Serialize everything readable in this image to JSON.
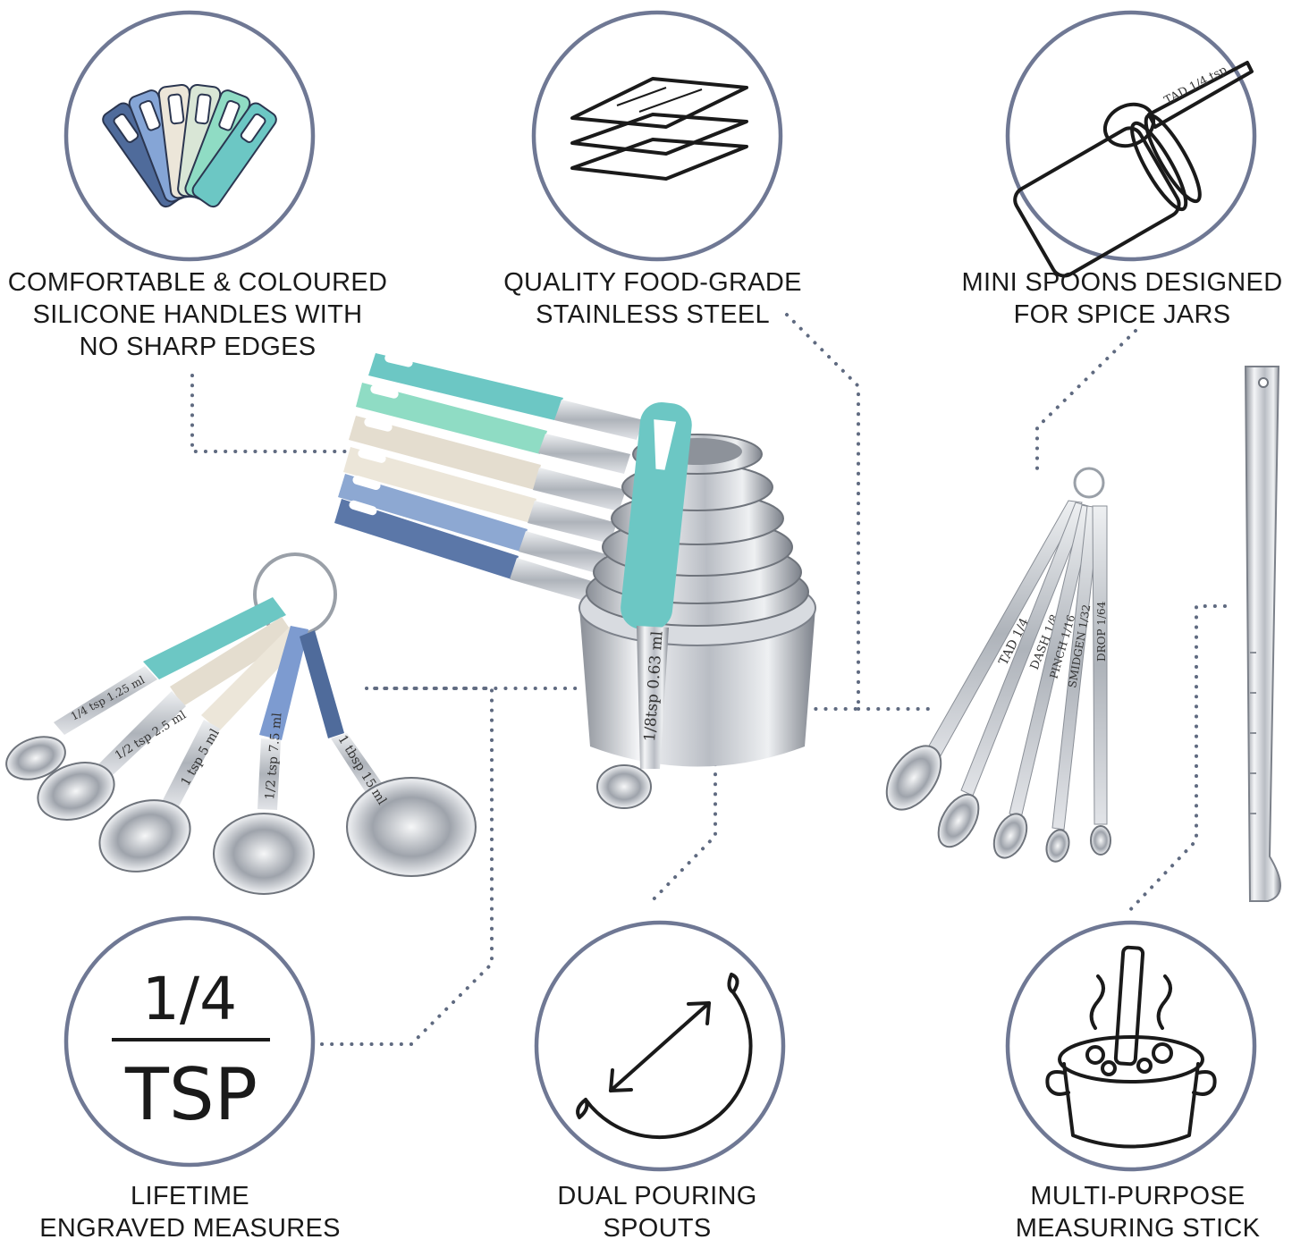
{
  "features": {
    "handles": {
      "lines": [
        "COMFORTABLE & COLOURED",
        "SILICONE HANDLES WITH",
        "NO SHARP EDGES"
      ]
    },
    "steel": {
      "lines": [
        "QUALITY FOOD-GRADE",
        "STAINLESS STEEL"
      ]
    },
    "mini_spoons": {
      "lines": [
        "MINI SPOONS DESIGNED",
        "FOR SPICE JARS"
      ]
    },
    "measures": {
      "lines": [
        "LIFETIME",
        "ENGRAVED MEASURES"
      ]
    },
    "spouts": {
      "lines": [
        "DUAL POURING",
        "SPOUTS"
      ]
    },
    "stick": {
      "lines": [
        "MULTI-PURPOSE",
        "MEASURING STICK"
      ]
    }
  },
  "icons": {
    "handles": "colored-handles-icon",
    "steel": "steel-layers-icon",
    "mini_spoons": "spice-jar-spoon-icon",
    "measures": "engraved-measure-icon",
    "spouts": "pouring-spout-icon",
    "stick": "cooking-pot-stick-icon"
  },
  "measure_badge": {
    "numerator": "1/4",
    "unit": "TSP"
  },
  "engravings": {
    "mini_spoon": "TAD 1/4 tsp",
    "cup_front": "1/8tsp 0.63 ml",
    "spoons": [
      "1/4 tsp 1.25 ml",
      "1/2 tsp 2.5 ml",
      "1 tsp 5 ml",
      "1/2 tsp 7.5 ml",
      "1 tbsp 15 ml"
    ],
    "mini_set": [
      "TAD 1/4",
      "DASH 1/8",
      "PINCH 1/16",
      "SMIDGEN 1/32",
      "DROP 1/64"
    ]
  },
  "colors": {
    "ring": "#6f7894",
    "teal": "#6cc7c4",
    "mint": "#8fdcc4",
    "cream": "#e4ddcf",
    "sky": "#8da8d2",
    "navy": "#5b77a8",
    "steel": "#c9ccd1"
  }
}
